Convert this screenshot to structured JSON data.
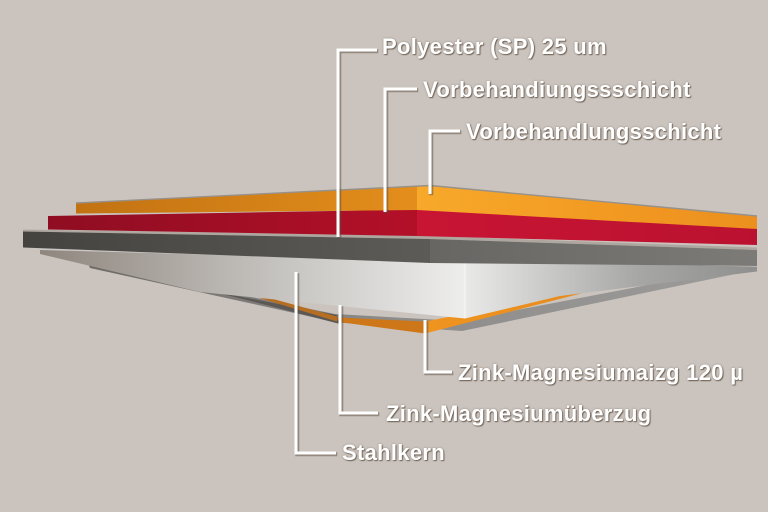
{
  "labels": {
    "polyester": "Polyester (SP) 25 um",
    "pretreatment_top": "Vorbehandiungssschicht",
    "pretreatment_mid": "Vorbehandlungsschicht",
    "zinc_magnesium_120": "Zink-Magnesiumaizg 120 µ",
    "zinc_magnesium": "Zink-Magnesiumüberzug",
    "steel_core": "Stahlkern"
  },
  "layers_top_to_bottom": [
    {
      "pointed_label": "Vorbehandlungsschicht",
      "color": "#F09A22"
    },
    {
      "pointed_label": "Vorbehandiungssschicht",
      "color": "#C41331"
    },
    {
      "pointed_label": "Polyester (SP) 25 um",
      "color": "#56544F"
    },
    {
      "pointed_label": "Stahlkern",
      "color": "#ECECEB"
    },
    {
      "pointed_label": "Zink-Magnesiumüberzug",
      "color": "#8F8F8E"
    },
    {
      "pointed_label": "Zink-Magnesiumaizg 120 µ",
      "color": "#F09A22"
    }
  ],
  "colors": {
    "background": "#CBC4BE",
    "orange": "#F09A22",
    "orange_dark": "#D3801A",
    "orange_rust": "#B56E22",
    "red": "#C41331",
    "red_dark": "#A00E26",
    "gray_dark": "#56544F",
    "gray_mid": "#73716E",
    "gray_wedge": "#5B5855",
    "silver_light": "#ECECEB",
    "silver_shadow": "#8F867E",
    "sliver_gray": "#AEA7A0",
    "label_text": "#FFFFFF",
    "leader_line": "#FFFFFF"
  }
}
